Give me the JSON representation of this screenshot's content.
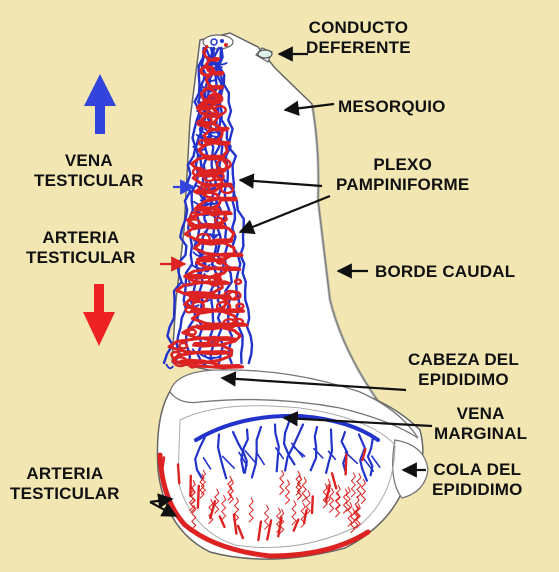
{
  "labels": {
    "conducto_deferente": [
      "CONDUCTO",
      "DEFERENTE"
    ],
    "mesorquio": "MESORQUIO",
    "vena_testicular": [
      "VENA",
      "TESTICULAR"
    ],
    "plexo_pampiniforme": [
      "PLEXO",
      "PAMPINIFORME"
    ],
    "arteria_testicular_top": [
      "ARTERIA",
      "TESTICULAR"
    ],
    "borde_caudal": "BORDE CAUDAL",
    "cabeza_epididimo": [
      "CABEZA DEL",
      "EPIDIDIMO"
    ],
    "vena_marginal": [
      "VENA",
      "MARGINAL"
    ],
    "arteria_testicular_bottom": [
      "ARTERIA",
      "TESTICULAR"
    ],
    "cola_epididimo": [
      "COLA DEL",
      "EPIDIDIMO"
    ]
  },
  "colors": {
    "background": "#f2e7b3",
    "vein": "#2233cc",
    "artery": "#dd2222",
    "tissue": "#ffffff",
    "outline": "#777777"
  },
  "icons": [
    "blood-flow-up-arrow-icon",
    "blood-flow-down-arrow-icon"
  ]
}
